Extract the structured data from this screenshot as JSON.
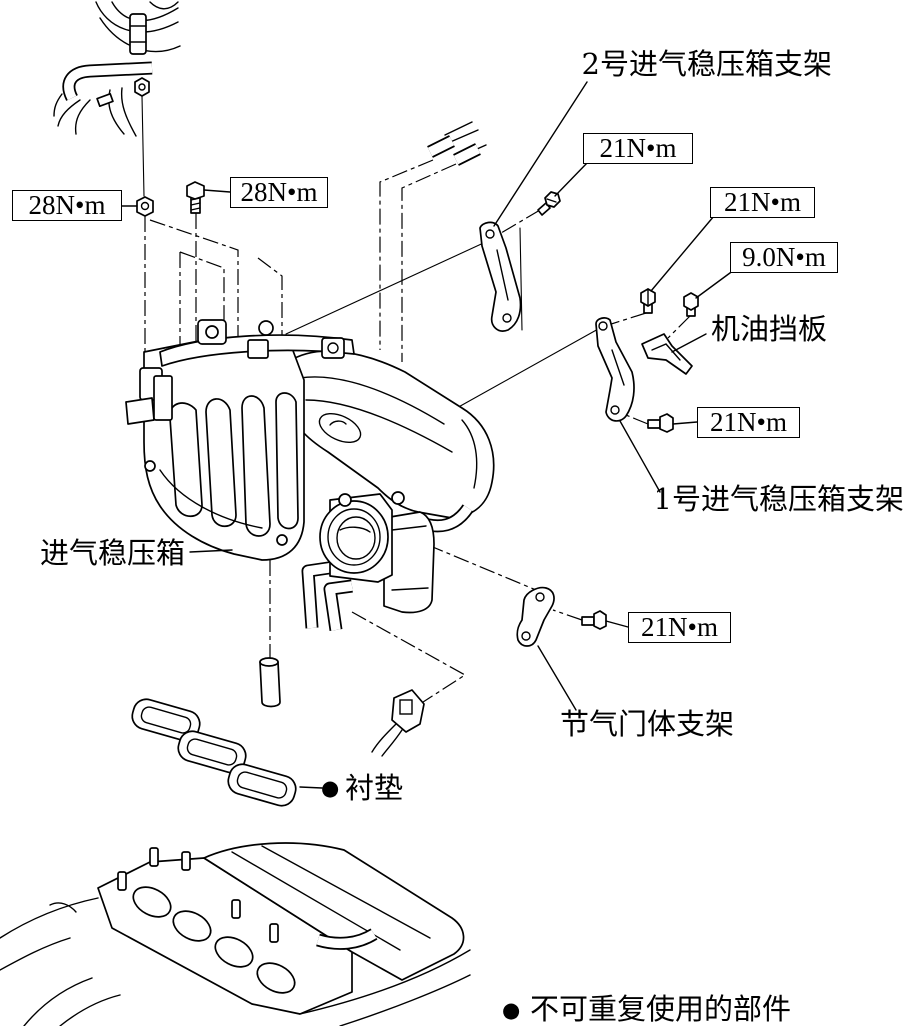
{
  "labels": {
    "bracket_no2": "2号进气稳压箱支架",
    "oil_baffle": "机油挡板",
    "bracket_no1": "1号进气稳压箱支架",
    "intake_plenum": "进气稳压箱",
    "throttle_body_bracket": "节气门体支架",
    "gasket": "衬垫"
  },
  "markers": {
    "gasket_non_reusable": "●"
  },
  "torques": {
    "left_nut": "28N•m",
    "left_bolt": "28N•m",
    "bracket_no2_bolt": "21N•m",
    "bracket_no1_upper_bolt": "21N•m",
    "oil_baffle_bolt": "9.0N•m",
    "bracket_no1_lower_bolt": "21N•m",
    "throttle_body_bracket_bolt": "21N•m"
  },
  "legend": {
    "symbol": "●",
    "text": "不可重复使用的部件"
  },
  "colors": {
    "line": "#000000",
    "background": "#ffffff"
  }
}
